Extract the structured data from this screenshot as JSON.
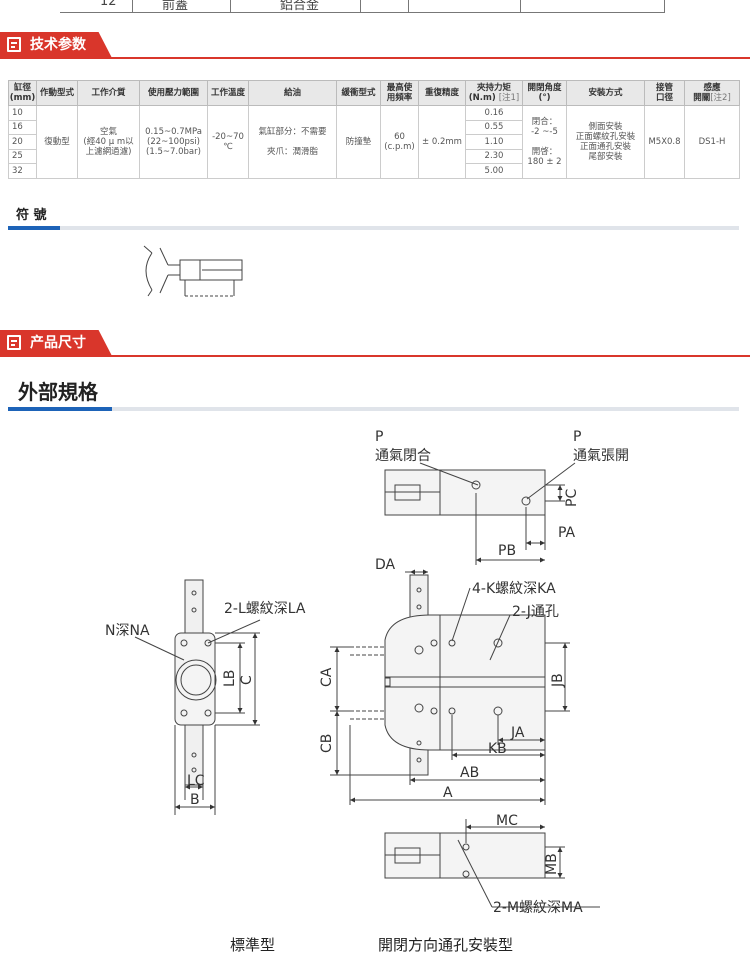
{
  "top_row": {
    "num": "12",
    "part": "前蓋",
    "material": "鋁合金"
  },
  "section_tech": {
    "title": "技术参数"
  },
  "spec_table": {
    "headers": {
      "bore": [
        "缸徑",
        "(mm)"
      ],
      "action": "作動型式",
      "medium": "工作介質",
      "pressure": "使用壓力範圍",
      "temp": "工作溫度",
      "lube": "給油",
      "cushion": "緩衝型式",
      "freq": [
        "最高使",
        "用頻率"
      ],
      "repeat": "重復精度",
      "torque": [
        "夾持力矩",
        "(N.m)",
        "[注1]"
      ],
      "angle": [
        "開閉角度",
        "(°)"
      ],
      "mount": "安裝方式",
      "port": [
        "接管",
        "口徑"
      ],
      "switch": [
        "感應",
        "開關",
        "[注2]"
      ]
    },
    "bores": [
      "10",
      "16",
      "20",
      "25",
      "32"
    ],
    "torques": [
      "0.16",
      "0.55",
      "1.10",
      "2.30",
      "5.00"
    ],
    "action": "復動型",
    "medium": [
      "空氣",
      "(經40 μ m以",
      "上濾網過濾)"
    ],
    "pressure": [
      "0.15~0.7MPa",
      "(22~100psi)",
      "(1.5~7.0bar)"
    ],
    "temp": [
      "-20~70",
      "℃"
    ],
    "lube": [
      "氣缸部分：不需要",
      "夾爪：潤滑脂"
    ],
    "cushion": "防撞墊",
    "freq": [
      "60",
      "(c.p.m)"
    ],
    "repeat": "± 0.2mm",
    "angle": [
      "閉合：",
      "-2 ~-5",
      "開啓：",
      "180 ± 2"
    ],
    "mount": [
      "側面安裝",
      "正面螺紋孔安裝",
      "正面通孔安裝",
      "尾部安裝"
    ],
    "port": "M5X0.8",
    "switch": "DS1-H"
  },
  "symbol_title": "符  號",
  "section_dim": {
    "title": "产品尺寸"
  },
  "external_title": "外部規格",
  "labels": {
    "p1": "P",
    "p1_text": "通氣閉合",
    "p2": "P",
    "p2_text": "通氣張開",
    "pc": "PC",
    "pa": "PA",
    "pb": "PB",
    "da": "DA",
    "k": "4-K螺紋深KA",
    "j": "2-J通孔",
    "l": "2-L螺紋深LA",
    "n": "N深NA",
    "lb": "LB",
    "c": "C",
    "ca": "CA",
    "cb": "CB",
    "jb": "JB",
    "ja": "JA",
    "kb": "KB",
    "ab": "AB",
    "a": "A",
    "lc": "LC",
    "b": "B",
    "mc": "MC",
    "mb": "MB",
    "m": "2-M螺紋深MA"
  },
  "bottom": {
    "left": "標準型",
    "right": "開閉方向通孔安裝型"
  }
}
